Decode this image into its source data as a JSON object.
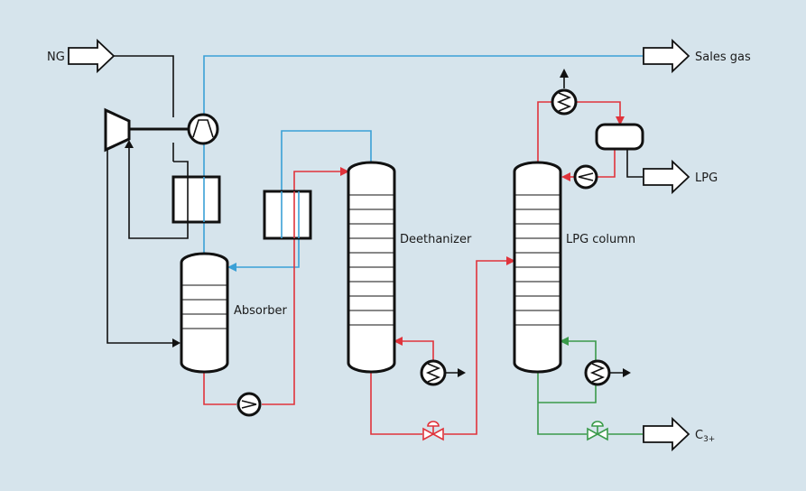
{
  "labels": {
    "ng": "NG",
    "sales_gas": "Sales gas",
    "lpg": "LPG",
    "c3_main": "C",
    "c3_sub": "3+",
    "absorber": "Absorber",
    "deethanizer": "Deethanizer",
    "lpg_column": "LPG column"
  },
  "colors": {
    "background": "#d6e4ec",
    "process_line": "#111111",
    "gas_line": "#3aa0d6",
    "liquid_line": "#e0333b",
    "c3_line": "#3a9a4a"
  }
}
